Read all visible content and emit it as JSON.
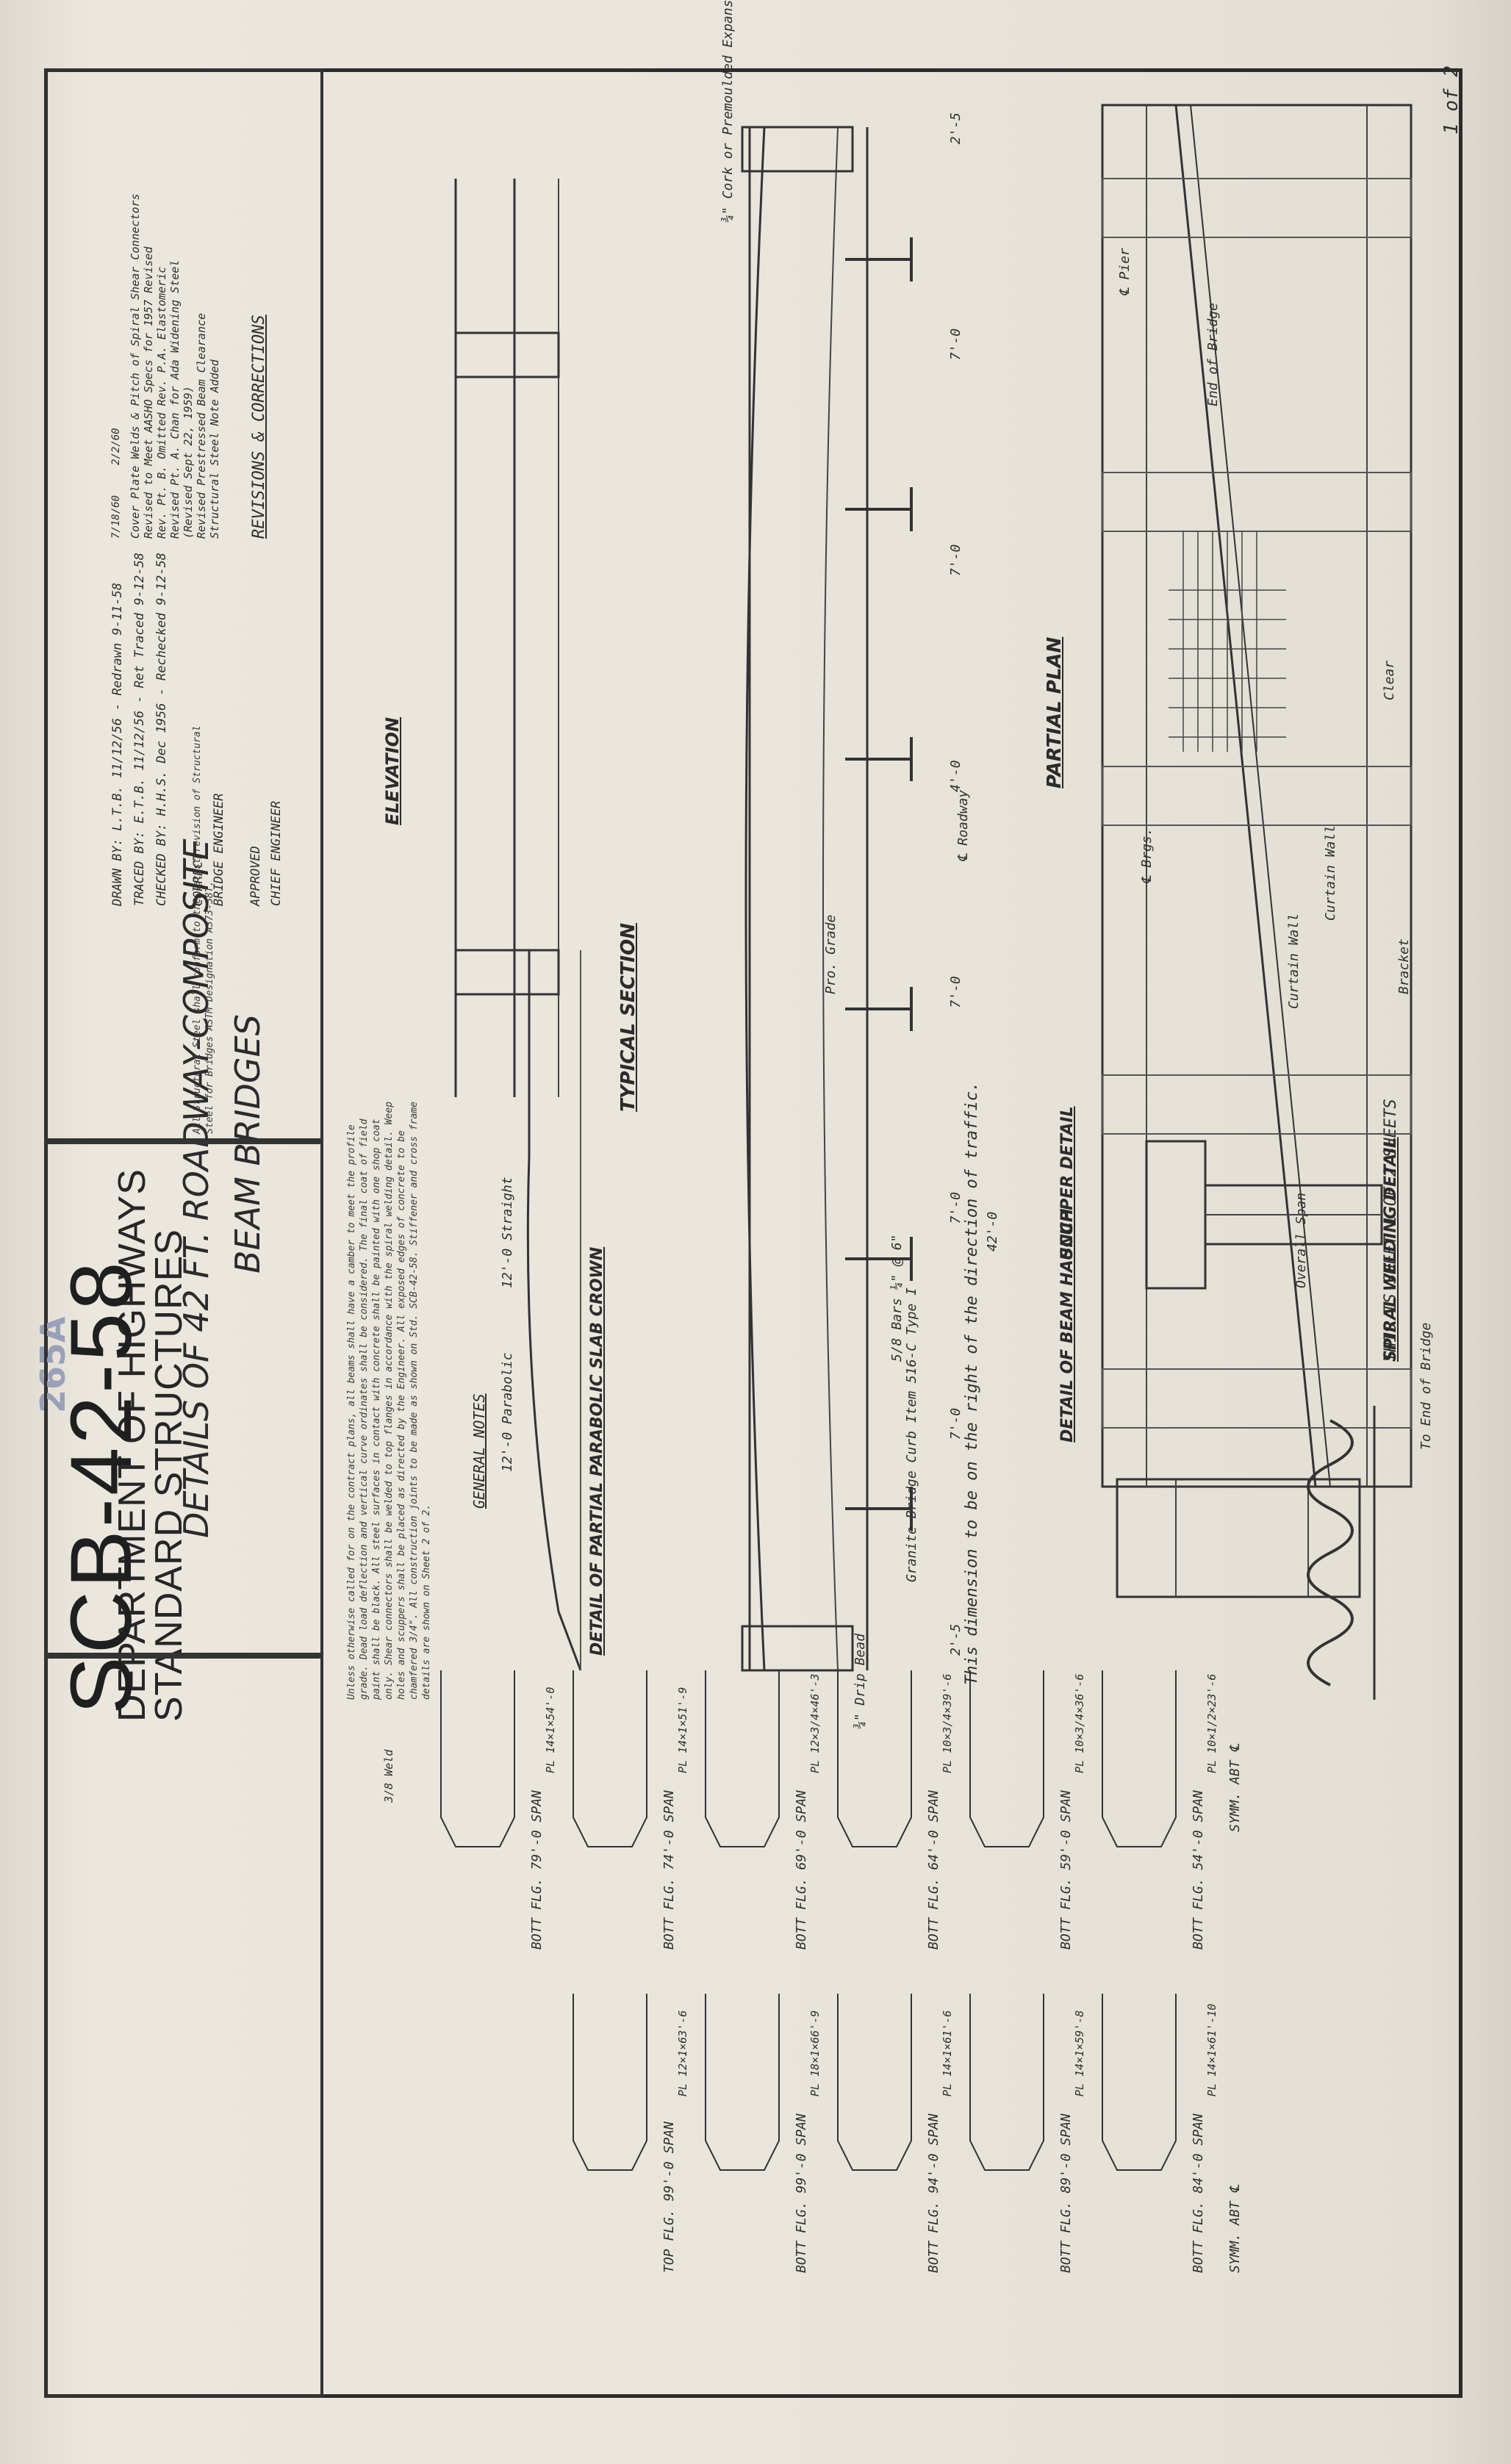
{
  "sheet": {
    "title_line1": "DETAILS OF 42 FT. ROADWAY-COMPOSITE",
    "title_line2": "BEAM BRIDGES",
    "department_line1": "DEPARTMENT OF HIGHWAYS",
    "department_line2": "STANDARD STRUCTURES",
    "sheet_number": "SCB-42-58",
    "sheet_count": "THIS IS SHEET 1 OF 2 SHEETS",
    "page_mark": "1 of 2",
    "pencil_mark": "265A"
  },
  "views": {
    "partial_plan": "PARTIAL PLAN",
    "typical_section": "TYPICAL SECTION",
    "elevation": "ELEVATION",
    "scupper_detail": "SCUPPER DETAIL",
    "beam_haunch": "DETAIL OF BEAM HAUNCH",
    "spiral_welding": "SPIRAL WELDING DETAIL",
    "parabolic_crown": "DETAIL OF PARTIAL PARABOLIC SLAB CROWN",
    "general_notes": "GENERAL NOTES"
  },
  "plan_labels": {
    "end_of_bridge": "End of Bridge",
    "pier": "℄ Pier",
    "curtain_wall": "Curtain Wall",
    "bracket": "Bracket",
    "overall_span": "Overall Span",
    "brgs": "℄ Brgs.",
    "clear": "Clear",
    "to_end_of_bridge": "To End of Bridge",
    "traffic_note": "This dimension to be on the right of the direction of traffic."
  },
  "section_labels": {
    "cork": "¾\" Cork or Premoulded Expansion Material",
    "dims": [
      "2'-5",
      "7'-0",
      "7'-0",
      "4'-0",
      "7'-0",
      "7'-0",
      "7'-0",
      "2'-5"
    ],
    "roadway": "℄ Roadway",
    "grade": "Pro. Grade",
    "drip_bead": "¾\" Drip Bead",
    "bars": "5/8 Bars ¼\" @ 6\"",
    "curb": "Granite Bridge Curb Item 516-C Type I",
    "width_42": "42'-0"
  },
  "revisions": {
    "heading": "REVISIONS & CORRECTIONS",
    "lines": [
      "Cover Plate Welds & Pitch of Spiral Shear Connectors",
      "Revised to Meet AASHO Specs for 1957 Revised",
      "Rev. Pt. B. Omitted Rev. P.A. Elastomeric",
      "Revised Pt. A. Chan for Ada Widening Steel",
      "(Revised Sept 22, 1959)",
      "Revised Prestressed Beam Clearance",
      "Structural Steel Note Added"
    ],
    "dates": [
      "7/18/60",
      "2/2/60"
    ]
  },
  "signatures": {
    "drawn_by": "DRAWN BY: L.T.B.  11/12/56 - Redrawn 9-11-58",
    "traced_by": "TRACED BY: E.T.B.  11/12/56 - Ret Traced 9-12-58",
    "checked_by": "CHECKED BY: H.H.S.  Dec 1956 - Rechecked 9-12-58",
    "correct": "CORRECT",
    "bridge_engineer": "BRIDGE ENGINEER",
    "approved": "APPROVED",
    "chief_engineer": "CHIEF ENGINEER",
    "steel_note": "All Structural Steel shall conform to the latest revision of Structural Steel for Bridges ASTM Designation A373-58T."
  },
  "general_notes": "Unless otherwise called for on the contract plans, all beams shall have a camber to meet the profile grade. Dead load deflection and vertical curve ordinates shall be considered. The final coat of field paint shall be black. All steel surfaces in contact with concrete shall be painted with one shop coat only. Shear connectors shall be welded to top flanges in accordance with the spiral welding detail. Weep holes and scuppers shall be placed as directed by the Engineer. All exposed edges of concrete to be chamfered 3/4\". All construction joints to be made as shown on Std. SCB-42-58. Stiffener and cross frame details are shown on Sheet 2 of 2.",
  "flange_details": [
    {
      "label": "BOTT FLG. 54'-0 SPAN",
      "plate": "PL 10×1/2×23'-6"
    },
    {
      "label": "BOTT FLG. 59'-0 SPAN",
      "plate": "PL 10×3/4×36'-6"
    },
    {
      "label": "BOTT FLG. 64'-0 SPAN",
      "plate": "PL 10×3/4×39'-6"
    },
    {
      "label": "BOTT FLG. 69'-0 SPAN",
      "plate": "PL 12×3/4×46'-3"
    },
    {
      "label": "BOTT FLG. 74'-0 SPAN",
      "plate": "PL 14×1×51'-9"
    },
    {
      "label": "BOTT FLG. 79'-0 SPAN",
      "plate": "PL 14×1×54'-0"
    },
    {
      "label": "BOTT FLG. 84'-0 SPAN",
      "plate": "PL 14×1×61'-10"
    },
    {
      "label": "BOTT FLG. 89'-0 SPAN",
      "plate": "PL 14×1×59'-8"
    },
    {
      "label": "BOTT FLG. 94'-0 SPAN",
      "plate": "PL 14×1×61'-6"
    },
    {
      "label": "BOTT FLG. 99'-0 SPAN",
      "plate": "PL 18×1×66'-9"
    },
    {
      "label": "TOP FLG. 99'-0 SPAN",
      "plate": "PL 12×1×63'-6"
    }
  ],
  "misc_labels": {
    "symm_abt": "SYMM. ABT ℄",
    "weld": "3/8 Weld",
    "straight": "12'-0 Straight",
    "parabolic": "12'-0 Parabolic"
  }
}
